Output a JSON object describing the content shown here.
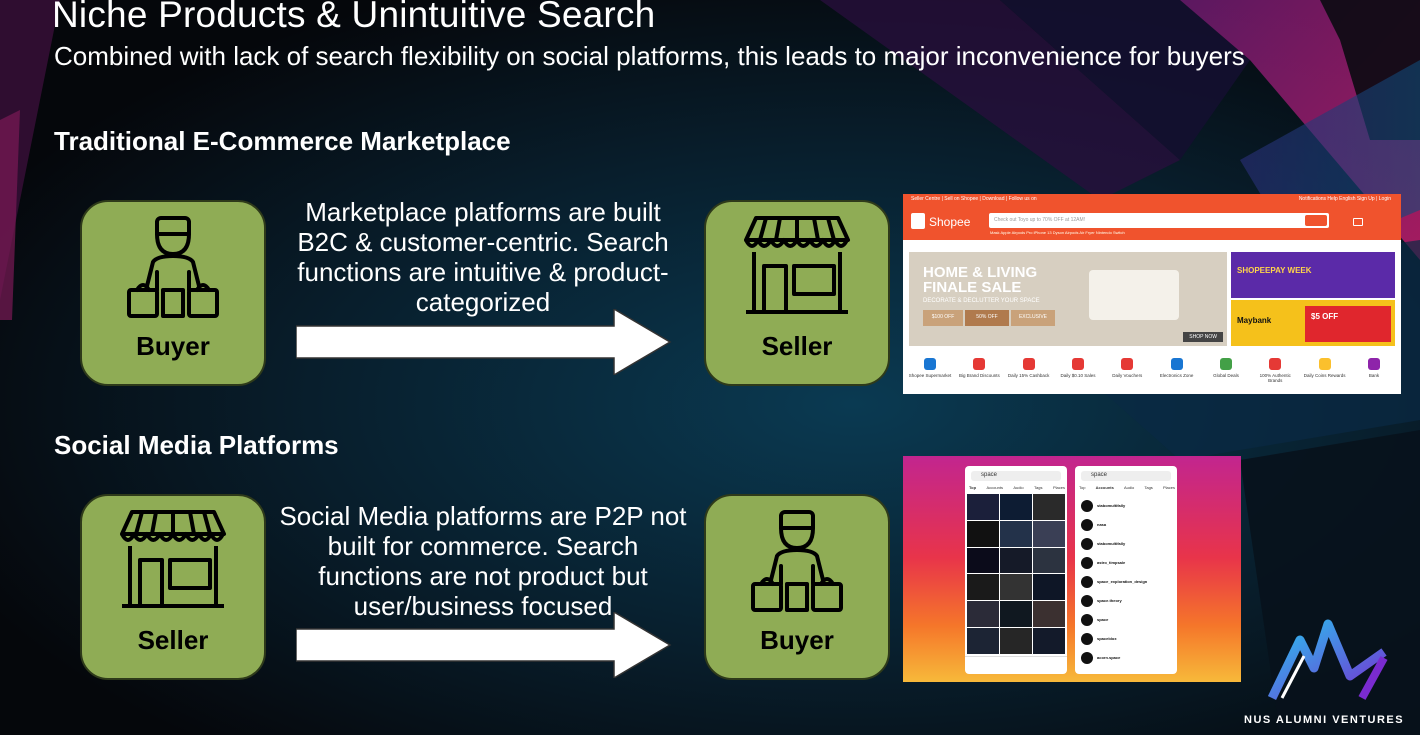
{
  "slide": {
    "title": "Niche Products & Unintuitive Search",
    "subtitle": "Combined with lack of search flexibility on social platforms, this leads to major inconvenience for buyers"
  },
  "sections": [
    {
      "heading": "Traditional E-Commerce Marketplace",
      "left_card": {
        "label": "Buyer",
        "icon": "buyer-icon"
      },
      "description": "Marketplace platforms are built B2C & customer-centric. Search functions are intuitive & product-categorized",
      "right_card": {
        "label": "Seller",
        "icon": "store-icon"
      }
    },
    {
      "heading": "Social Media Platforms",
      "left_card": {
        "label": "Seller",
        "icon": "store-icon"
      },
      "description": "Social Media platforms are P2P not built for commerce. Search functions are not product but user/business focused",
      "right_card": {
        "label": "Buyer",
        "icon": "buyer-icon"
      }
    }
  ],
  "shopee": {
    "top_links": "Seller Centre | Sell on Shopee | Download | Follow us on",
    "top_right": "Notifications   Help   English   Sign Up | Login",
    "brand": "Shopee",
    "search_placeholder": "Check out Toyo up to 70% OFF at 12AM!",
    "suggestions": "Mask   Apple   Airpods Pro   iPhone 13   Dyson   Airpods   Air Fryer   Nintendo Switch",
    "banner_title_1": "HOME & LIVING",
    "banner_title_2": "FINALE SALE",
    "banner_sub": "DECORATE & DECLUTTER YOUR SPACE",
    "banner_offer_1": "$100 OFF",
    "banner_offer_2": "50% OFF",
    "banner_offer_3": "EXCLUSIVE",
    "banner_shop": "SHOP NOW",
    "promo_1": "SHOPEEPAY WEEK",
    "promo_2": "$5 OFF",
    "promo_3": "Maybank",
    "categories": [
      "Shopee Supermarket",
      "Big Brand Discounts",
      "Daily 15% Cashback",
      "Daily $0.10 Sales",
      "Daily Vouchers",
      "Electronics Zone",
      "Global Deals",
      "100% Authentic Brands",
      "Daily Coins Rewards",
      "Bank"
    ],
    "accent": "#ee4d2d"
  },
  "instagram": {
    "query": "space",
    "tabs": [
      "Top",
      "Accounts",
      "Audio",
      "Tags",
      "Places"
    ],
    "accounts": [
      "stabomultifally",
      "nasa",
      "stabomultifally",
      "astro_timpsale",
      "space_exploration_design",
      "space.theory",
      "space",
      "spaceblox",
      "acorn.space"
    ]
  },
  "brand": {
    "logo_text": "NUS ALUMNI VENTURES"
  },
  "colors": {
    "card": "#8fac55",
    "arrow": "#ffffff"
  }
}
